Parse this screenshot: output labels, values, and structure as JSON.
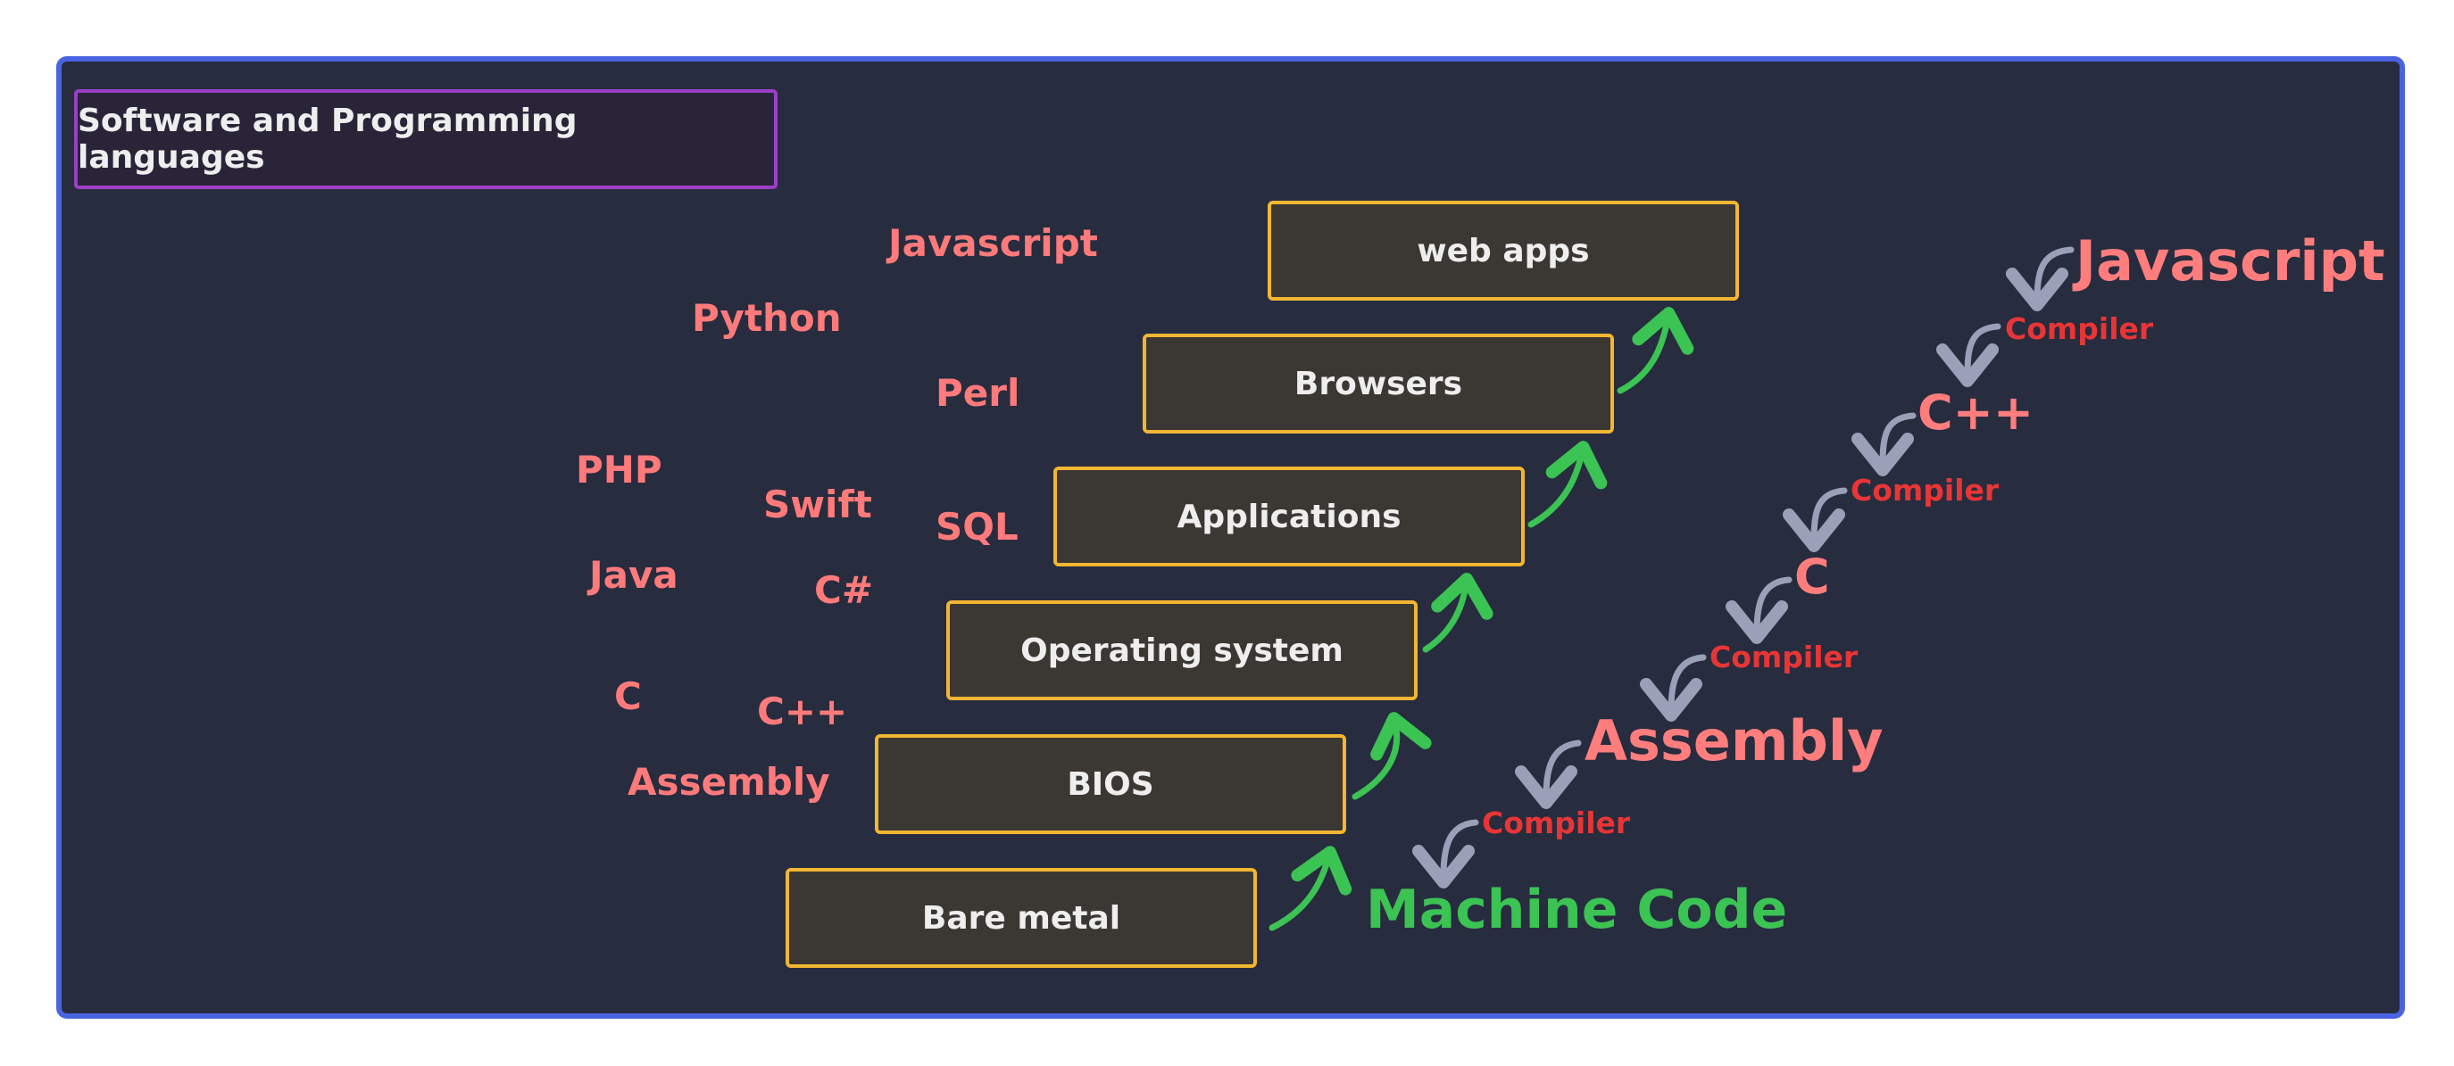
{
  "title": "Software and Programming languages",
  "layers": [
    {
      "id": "bare-metal",
      "label": "Bare metal"
    },
    {
      "id": "bios",
      "label": "BIOS"
    },
    {
      "id": "operating-system",
      "label": "Operating system"
    },
    {
      "id": "applications",
      "label": "Applications"
    },
    {
      "id": "browsers",
      "label": "Browsers"
    },
    {
      "id": "web-apps",
      "label": "web apps"
    }
  ],
  "languages": [
    "Javascript",
    "Python",
    "Perl",
    "PHP",
    "Swift",
    "SQL",
    "Java",
    "C#",
    "C",
    "C++",
    "Assembly"
  ],
  "compile_chain": {
    "javascript": "Javascript",
    "cpp": "C++",
    "c": "C",
    "assembly": "Assembly",
    "machine_code": "Machine Code",
    "compiler": "Compiler"
  },
  "colors": {
    "panel_bg": "#272c3f",
    "panel_border": "#4a63e0",
    "title_border": "#9b3fc9",
    "box_border": "#f2b632",
    "box_fill": "#3b3733",
    "language_text": "#ff7a7a",
    "compiler_text": "#e83535",
    "machine_code_text": "#3bc353",
    "green_arrow": "#3bc353",
    "gray_arrow": "#9aa0b8"
  },
  "icons": [
    "curved-arrow-up-icon",
    "curved-arrow-down-icon"
  ]
}
